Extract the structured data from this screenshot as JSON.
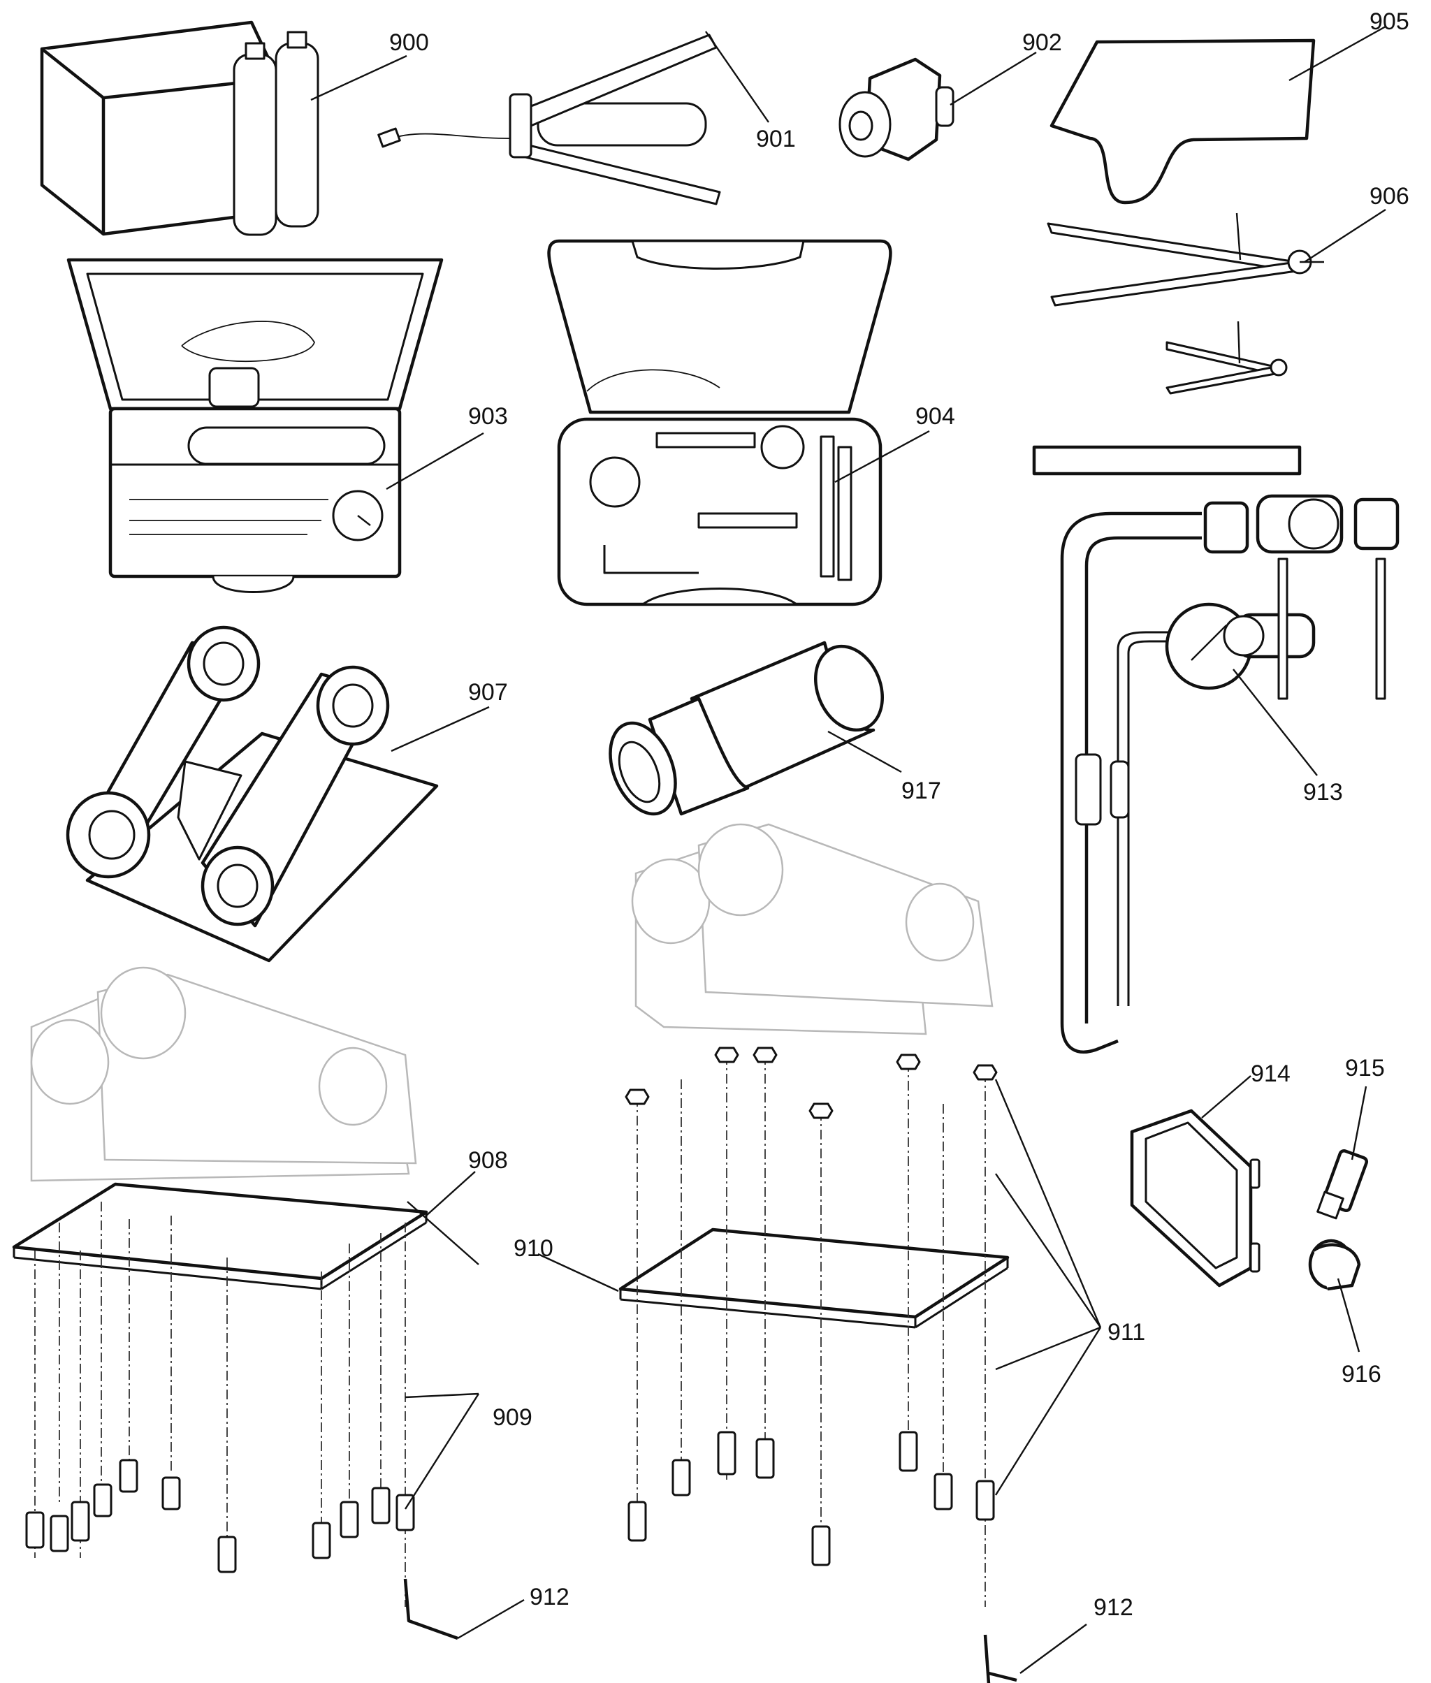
{
  "diagram": {
    "type": "exploded parts / tool kit illustration",
    "callouts": {
      "c900": "900",
      "c901": "901",
      "c902": "902",
      "c905": "905",
      "c906": "906",
      "c903": "903",
      "c904": "904",
      "c907": "907",
      "c917": "917",
      "c913": "913",
      "c908": "908",
      "c909": "909",
      "c910": "910",
      "c911": "911",
      "c912a": "912",
      "c912b": "912",
      "c914": "914",
      "c915": "915",
      "c916": "916"
    }
  }
}
